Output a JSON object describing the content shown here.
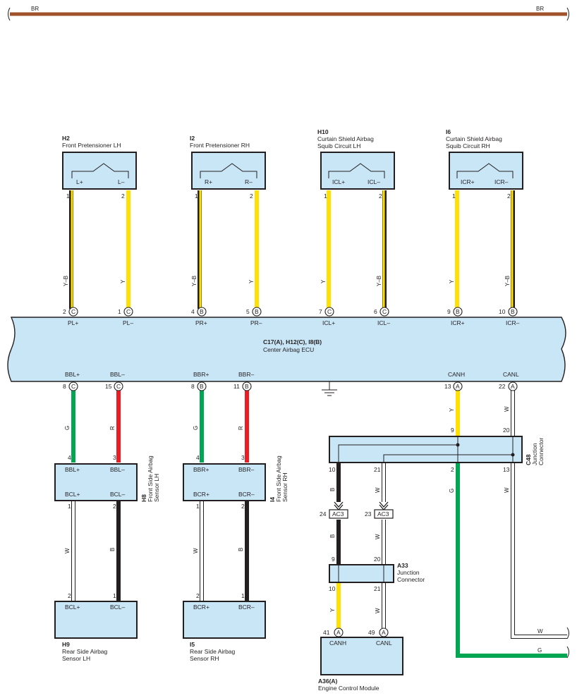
{
  "colors": {
    "BR": "#a0522d",
    "Y": "#ffe000",
    "G": "#00a651",
    "R": "#ed1c24",
    "B": "#231f20",
    "W": "#ffffff",
    "box_fill": "#c9e6f7"
  },
  "top_wire": {
    "label_left": "BR",
    "label_right": "BR"
  },
  "ecu": {
    "title": "C17(A), H12(C), I8(B)",
    "subtitle": "Center Airbag ECU",
    "top_terminals": [
      {
        "pin": "2",
        "conn": "C",
        "label": "PL+"
      },
      {
        "pin": "1",
        "conn": "C",
        "label": "PL–"
      },
      {
        "pin": "4",
        "conn": "B",
        "label": "PR+"
      },
      {
        "pin": "5",
        "conn": "B",
        "label": "PR–"
      },
      {
        "pin": "7",
        "conn": "C",
        "label": "ICL+"
      },
      {
        "pin": "6",
        "conn": "C",
        "label": "ICL–"
      },
      {
        "pin": "9",
        "conn": "B",
        "label": "ICR+"
      },
      {
        "pin": "10",
        "conn": "B",
        "label": "ICR–"
      }
    ],
    "bottom_terminals": [
      {
        "pin": "8",
        "conn": "C",
        "label": "BBL+"
      },
      {
        "pin": "15",
        "conn": "C",
        "label": "BBL–"
      },
      {
        "pin": "8",
        "conn": "B",
        "label": "BBR+"
      },
      {
        "pin": "11",
        "conn": "B",
        "label": "BBR–"
      },
      {
        "pin": "13",
        "conn": "A",
        "label": "CANH"
      },
      {
        "pin": "22",
        "conn": "A",
        "label": "CANL"
      }
    ]
  },
  "top_components": [
    {
      "code": "H2",
      "name_lines": [
        "Front Pretensioner LH"
      ],
      "term_plus": "L+",
      "term_minus": "L–",
      "pin_plus": "1",
      "pin_minus": "2",
      "wire_plus": "Y–B",
      "wire_minus": "Y"
    },
    {
      "code": "I2",
      "name_lines": [
        "Front Pretensioner RH"
      ],
      "term_plus": "R+",
      "term_minus": "R–",
      "pin_plus": "1",
      "pin_minus": "2",
      "wire_plus": "Y–B",
      "wire_minus": "Y"
    },
    {
      "code": "H10",
      "name_lines": [
        "Curtain Shield Airbag",
        "Squib Circuit LH"
      ],
      "term_plus": "ICL+",
      "term_minus": "ICL–",
      "pin_plus": "1",
      "pin_minus": "2",
      "wire_plus": "Y",
      "wire_minus": "Y–B"
    },
    {
      "code": "I6",
      "name_lines": [
        "Curtain Shield Airbag",
        "Squib Circuit RH"
      ],
      "term_plus": "ICR+",
      "term_minus": "ICR–",
      "pin_plus": "1",
      "pin_minus": "2",
      "wire_plus": "Y",
      "wire_minus": "Y–B"
    }
  ],
  "front_sensors": [
    {
      "code": "H8",
      "name_lines": [
        "Front Side Airbag",
        "Sensor LH"
      ],
      "top_plus": "BBL+",
      "top_minus": "BBL–",
      "bot_plus": "BCL+",
      "bot_minus": "BCL–",
      "pin_top_plus": "4",
      "pin_top_minus": "3",
      "pin_bot_plus": "1",
      "pin_bot_minus": "2",
      "wire_top_plus": "G",
      "wire_top_minus": "R"
    },
    {
      "code": "I4",
      "name_lines": [
        "Front Side Airbag",
        "Sensor RH"
      ],
      "top_plus": "BBR+",
      "top_minus": "BBR–",
      "bot_plus": "BCR+",
      "bot_minus": "BCR–",
      "pin_top_plus": "4",
      "pin_top_minus": "3",
      "pin_bot_plus": "1",
      "pin_bot_minus": "2",
      "wire_top_plus": "G",
      "wire_top_minus": "R"
    }
  ],
  "rear_sensors": [
    {
      "code": "H9",
      "name_lines": [
        "Rear Side Airbag",
        "Sensor LH"
      ],
      "term_plus": "BCL+",
      "term_minus": "BCL–",
      "pin_plus": "2",
      "pin_minus": "1",
      "wire_plus": "W",
      "wire_minus": "B"
    },
    {
      "code": "I5",
      "name_lines": [
        "Rear Side Airbag",
        "Sensor RH"
      ],
      "term_plus": "BCR+",
      "term_minus": "BCR–",
      "pin_plus": "2",
      "pin_minus": "1",
      "wire_plus": "W",
      "wire_minus": "B"
    }
  ],
  "junction_c48": {
    "code": "C48",
    "name_lines": [
      "Junction",
      "Connector"
    ],
    "pin_top_left": "9",
    "pin_top_right": "20",
    "pin_bot_1": "10",
    "pin_bot_2": "21",
    "pin_bot_3": "2",
    "pin_bot_4": "13",
    "wire_canh": "Y",
    "wire_canl": "W",
    "wire_b": "B",
    "wire_w": "W",
    "wire_g": "G",
    "wire_w2": "W"
  },
  "ac3": [
    {
      "pin": "24",
      "label": "AC3"
    },
    {
      "pin": "23",
      "label": "AC3"
    }
  ],
  "junction_a33": {
    "code": "A33",
    "name_lines": [
      "Junction",
      "Connector"
    ],
    "pin_top_left": "9",
    "pin_top_right": "20",
    "pin_bot_left": "10",
    "pin_bot_right": "21",
    "wire_b": "B",
    "wire_w": "W",
    "wire_y": "Y",
    "wire_w2": "W"
  },
  "ecm": {
    "code": "A36(A)",
    "name": "Engine Control Module",
    "term_h": "CANH",
    "term_l": "CANL",
    "pin_h": "41",
    "pin_l": "49",
    "conn": "A"
  },
  "exit_wires": {
    "w_label": "W",
    "g_label": "G"
  }
}
